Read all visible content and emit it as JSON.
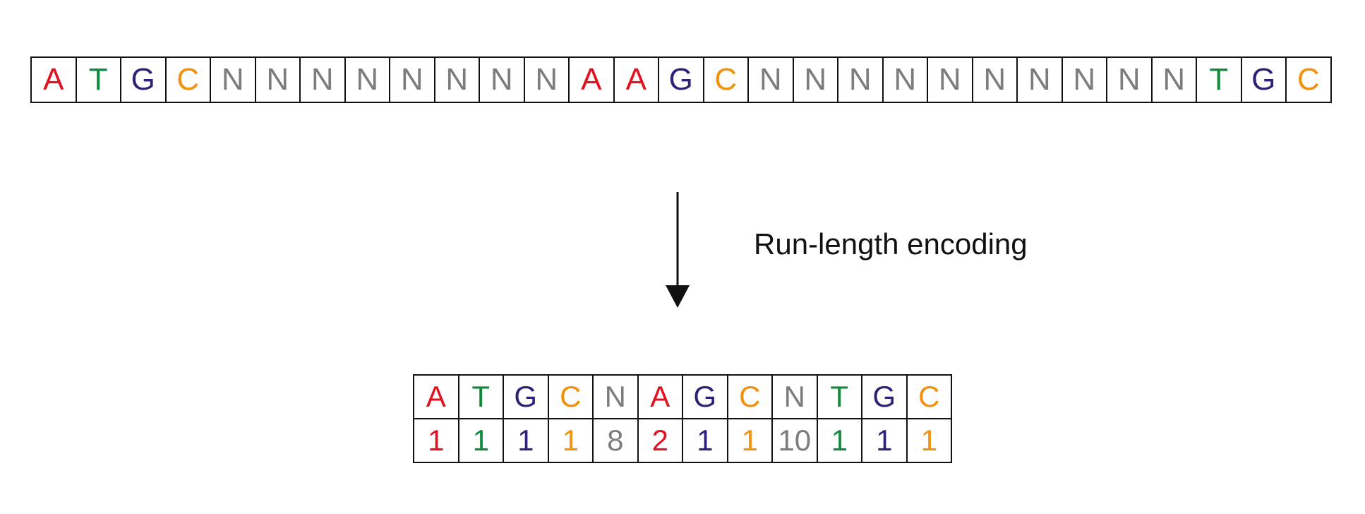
{
  "colors": {
    "A": "#e3101e",
    "T": "#0e8a3a",
    "G": "#2b2278",
    "C": "#f2910d",
    "N": "#7c7c7c"
  },
  "original_sequence": [
    "A",
    "T",
    "G",
    "C",
    "N",
    "N",
    "N",
    "N",
    "N",
    "N",
    "N",
    "N",
    "A",
    "A",
    "G",
    "C",
    "N",
    "N",
    "N",
    "N",
    "N",
    "N",
    "N",
    "N",
    "N",
    "N",
    "T",
    "G",
    "C"
  ],
  "arrow_label": "Run-length encoding",
  "encoded": {
    "bases": [
      "A",
      "T",
      "G",
      "C",
      "N",
      "A",
      "G",
      "C",
      "N",
      "T",
      "G",
      "C"
    ],
    "counts": [
      "1",
      "1",
      "1",
      "1",
      "8",
      "2",
      "1",
      "1",
      "10",
      "1",
      "1",
      "1"
    ]
  }
}
